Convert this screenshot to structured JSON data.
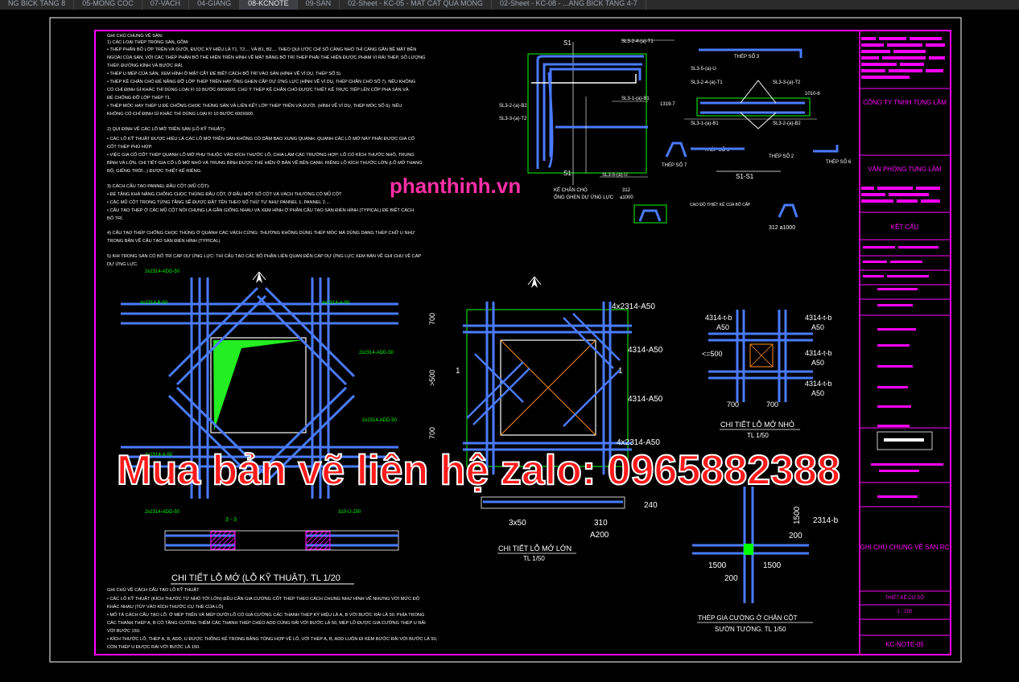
{
  "tabs": [
    "NG BICK TANG 8",
    "05-MONG COC",
    "07-VACH",
    "04-GIANG",
    "08-KCNOTE",
    "09-SAN",
    "02-Sheet - KC-05 - MAT CAT QUA MONG",
    "02-Sheet - KC-08 - ...ANG BICK TANG 4-7"
  ],
  "notes": {
    "heading": "GHI CHÚ CHUNG VỀ SÀN:",
    "p1_title": "1) CÁC LOẠI THÉP TRONG SÀN, GỒM:",
    "p1_lines": [
      "• THÉP PHÂN BỐ LỚP TRÊN VÀ DƯỚI, ĐƯỢC KÝ HIỆU LÀ T1, T2.... VÀ B1, B2.... THEO QUI ƯỚC CHỈ SỐ CÀNG NHỎ THÌ CÀNG GẦN BỀ MẶT BÊN",
      "NGOÀI CỦA SÀN, VỚI CÁC THÉP PHÂN BỐ THỂ HIỆN TRÊN HÌNH VẼ MẶT BẰNG BỐ TRÍ THÉP PHẢI THỂ HIỆN ĐƯỢC PHẠM VI RẢI THÉP, SỐ LƯỢNG",
      "THÉP, ĐƯỜNG KÍNH VÀ BƯỚC RẢI.",
      "• THÉP U MÉP CỦA SÀN, XEM HÌNH Ở MẶT CẮT ĐỂ BIẾT CÁCH BỐ TRÍ VÀO SÀN (HÌNH VẼ VÍ DỤ, THÉP SỐ 5).",
      "• THÉP KÊ CHÂN CHÓ ĐỂ NÂNG ĐỠ LỚP THÉP TRÊN HAY ỐNG GHEN CẤP DỰ ỨNG LỰC (HÌNH VẼ VÍ DỤ, THÉP CHÂN CHÓ SỐ 7). NẾU KHÔNG",
      "CÓ CHỈ ĐỊNH GÌ KHÁC THÌ DÙNG LOẠI FI 10 BƯỚC 600X600. CHÚ Ý THÉP KÊ CHÂN CHÓ ĐƯỢC THIẾT KẾ TRỰC TIẾP LÊN CỐP PHA SÀN VÀ",
      "ĐỂ CHỐNG ĐỠ LỚP THÉP T1.",
      "• THÉP MÓC HAY THÉP U ĐỂ CHỐNG CHỌC THỦNG SÀN VÀ LIÊN KẾT LỚP THÉP TRÊN VÀ DƯỚI. (HÌNH VẼ VÍ DỤ, THÉP MÓC SỐ 6). NẾU",
      "KHÔNG CÓ CHỈ ĐỊNH GÌ KHÁC THÌ DÙNG LOẠI FI 10 BƯỚC 600X600."
    ],
    "p2_title": "2) QUI ĐỊNH VỀ CÁC LỖ MỞ TRÊN SÀN (LỖ KỸ THUẬT):",
    "p2_lines": [
      "• CÁC LỖ KỸ THUẬT ĐƯỢC HIỂU LÀ CÁC LỖ MỞ TRÊN SÀN KHÔNG CÓ DẦM BAO XUNG QUANH. QUANH CÁC LỖ MỞ NÀY PHẢI ĐƯỢC GIA CỐ",
      "CỐT THÉP PHÙ HỢP.",
      "• VIỆC GIA CỐ CỐT THÉP QUANH LỖ MỞ PHỤ THUỘC VÀO KÍCH THƯỚC LỖ, CHIA LÀM CÁC TRƯỜNG HỢP: LỖ CÓ KÍCH THƯỚC NHỎ, TRUNG",
      "BÌNH VÀ LỚN. CHI TIẾT GIA CỐ LỖ MỞ NHỎ VÀ TRUNG BÌNH ĐƯỢC THỂ HIỆN Ở BẢN VẼ BÊN CẠNH. RIÊNG LỖ KÍCH THƯỚC LỚN (LỖ MỞ THANG",
      "BỘ, GIẾNG TRỜI...) ĐƯỢC THIẾT KẾ RIÊNG."
    ],
    "p3_title": "3) CÁCH CẤU TẠO PANNEL ĐẦU CỘT (MŨ CỘT):",
    "p3_lines": [
      "• ĐỂ TĂNG KHẢ NĂNG CHỐNG CHỌC THỦNG ĐẦU CỘT, Ở ĐẦU MỘT SỐ CỘT VÀ VÁCH THƯỜNG CÓ MŨ CỘT",
      "• CÁC MŨ CỘT TRONG TỪNG TẦNG SẼ ĐƯỢC ĐẶT TÊN THEO SỐ THỨ TỰ NHƯ PANNEL 1, PANNEL 2....",
      "• CẤU TẠO THÉP Ở CÁC MŨ CỘT NÓI CHUNG LÀ GẦN GIỐNG NHAU VÀ XEM HÌNH Ở PHẦN CẤU TẠO SÀN ĐIỂN HÌNH (TYPICAL) ĐỂ BIẾT CÁCH",
      "BỐ TRÍ."
    ],
    "p4_lines": [
      "4) CẤU TẠO THÉP CHỐNG CHỌC THỦNG Ở QUANH CÁC VÁCH CỨNG: THƯỜNG KHÔNG DÙNG THÉP MÓC MÀ DÙNG DẠNG THÉP CHỮ U NHƯ",
      "TRONG BẢN VẼ CẤU TẠO SÀN ĐIỂN HÌNH (TYPICAL)"
    ],
    "p5_lines": [
      "5) KHI TRONG SÀN CÓ BỐ TRÍ CÁP DỰ ỨNG LỰC: THÌ CẤU TẠO CÁC BỘ PHẬN LIÊN QUAN ĐẾN CÁP DỰ ỨNG LỰC XEM BẢN VẼ GHI CHÚ VỀ CÁP",
      "DỰ ỨNG LỰC."
    ],
    "bottom_title": "GHI CHÚ VỀ CÁCH CẤU TẠO LỖ KỸ THUẬT",
    "bottom_lines": [
      "• CÁC LỖ KỸ THUẬT (KÍCH THƯỚC TỪ NHỎ TỚI LỚN) ĐỀU CẦN GIA CƯỜNG CỐT THÉP THEO CÁCH CHUNG NHƯ HÌNH VẼ NHƯNG VỚI MỨC ĐỘ",
      "KHÁC NHAU (TÙY VÀO KÍCH THƯỚC CỤ THỂ CỦA LỖ)",
      "• MÔ TẢ CÁCH CẤU TẠO LỖ: Ở MÉP TRÊN VÀ MÉP DƯỚI LỖ CÓ GIA CƯỜNG CÁC THANH THÉP KÝ HIỆU LÀ A, B VỚI BƯỚC RẢI LÀ 50. PHÍA TRONG",
      "CÁC THANH THÉP A, B CÓ TĂNG CƯỜNG THÊM CÁC THANH THÉP CHÉO ADD CÙNG RẢI VỚI BƯỚC LÀ 50, MÉP LỖ ĐƯỢC GIA CƯỜNG THÉP U RẢI",
      "VỚI BƯỚC 150.",
      "• KÍCH THƯỚC LỖ, THÉP A, B, ADD, U ĐƯỢC THỐNG KÊ TRONG BẢNG TỔNG HỢP VỀ LỖ, VỚI THÉP A, B, ADD LUÔN ĐI KÈM BƯỚC RẢI VỚI BƯỚC LÀ 50,",
      "CÒN THÉP U ĐƯỢC RẢI VỚI BƯỚC LÀ 150."
    ]
  },
  "labels": {
    "s1": "S1",
    "s1s1": "S1-S1",
    "sl_t1": "SL3-2-4-(a)-T1",
    "sl_b1": "SL3-1-(a)-B1",
    "sl_b2": "SL3-2-(a)-B2",
    "sl_t2": "SL3-3-(a)-T2",
    "sl_u": "SL3-5-(a)-U",
    "n1319": "1319-7",
    "thep3": "THÉP SỐ 3",
    "thep5": "THÉP SỐ 5",
    "thep2": "THÉP SỐ 2",
    "thep6": "THÉP SỐ 6",
    "thep7": "THÉP SỐ 7",
    "dim_1010": "1010-6",
    "ke_chan_cho": "KÊ CHÂN CHÓ",
    "ong_ghen": "ỐNG GHEN DỰ ỨNG LỰC",
    "d312": "312",
    "a1000": "a1000",
    "f312": "312  a1000",
    "caochu": "CAO ĐỘ THIẾT KẾ CỦA BỐ CẤP",
    "lo_ky_thuat": "CHI TIẾT LỖ MỞ (LỖ KỸ THUẬT). TL 1/20",
    "lo_lon": "CHI TIẾT LỖ MỞ LỚN",
    "lo_lon_tl": "TL 1/50",
    "lo_nho": "CHI TIẾT LỖ MỞ NHỎ",
    "lo_nho_tl": "TL 1/50",
    "gia_cuong": "THÉP GIA CƯỜNG Ở CHÂN CỘT",
    "suon_tuong": "SƯỜN TƯỜNG. TL 1/50",
    "r4x2314": "4x2314-A50",
    "r4314a50": "4314-A50",
    "r4314tb": "4314-t-b",
    "a50": "A50",
    "lt500": "<=500",
    "gt500": ">500",
    "d700": "700",
    "d240": "240",
    "d310": "310",
    "a200": "A200",
    "d3x50": "3x50",
    "d2314b": "2314-b",
    "d200": "200",
    "d1500": "1500",
    "s33": "3 - 3",
    "add1": "2x2314-ADD-50",
    "b50": "4x2314-B-50",
    "a50b": "4x2314-A-50",
    "u150": "310-U-150",
    "one": "1"
  },
  "titleblock": {
    "company": "CÔNG TY TNHH TÙNG LÂM",
    "office": "VĂN PHÒNG TÙNG LÂM",
    "ket_cau": "KẾT CẤU",
    "sheet_title": "GHI CHÚ CHUNG VỀ SÀN RC",
    "tk": "THIẾT KẾ CƠ SỞ",
    "scale": "1 : 100",
    "code": "KC-NOTE-05"
  },
  "watermark": {
    "site": "phanthinh.vn",
    "buy": "Mua bản vẽ liên hệ zalo: 0965882388"
  }
}
